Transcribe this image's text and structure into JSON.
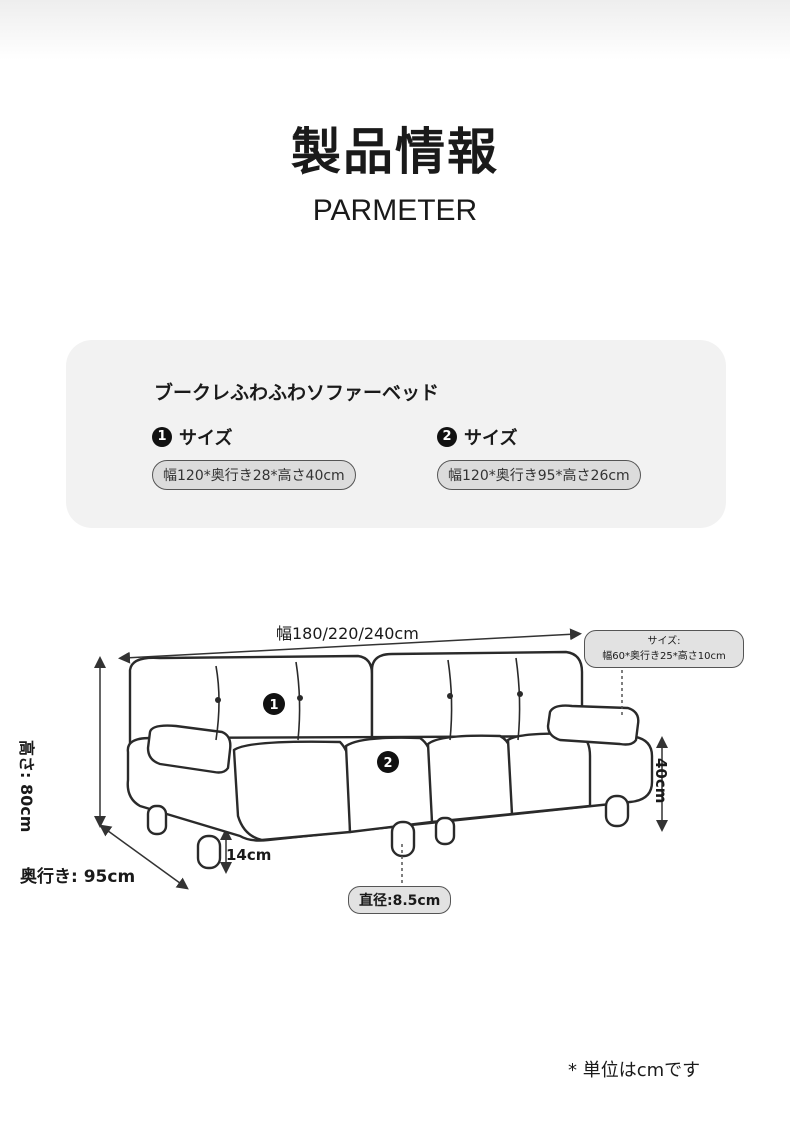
{
  "header": {
    "title": "製品情報",
    "subtitle": "PARMETER"
  },
  "info_card": {
    "product_name": "ブークレふわふわソファーベッド",
    "items": [
      {
        "number": "1",
        "label": "サイズ",
        "value": "幅120*奥行き28*高さ40cm"
      },
      {
        "number": "2",
        "label": "サイズ",
        "value": "幅120*奥行き95*高さ26cm"
      }
    ]
  },
  "diagram": {
    "width_label": "幅180/220/240cm",
    "height_label": "高さ: 80cm",
    "depth_label": "奥行き: 95cm",
    "seat_height_label": "40cm",
    "leg_height_label": "14cm",
    "leg_diameter_label": "直径:8.5cm",
    "armrest_title": "サイズ:",
    "armrest_size": "幅60*奥行き25*高さ10cm",
    "markers": [
      "1",
      "2"
    ]
  },
  "footnote": "* 単位はcmです",
  "colors": {
    "card_bg": "#f2f2f2",
    "pill_bg": "#dcdcdc",
    "ink": "#1a1a1a"
  }
}
